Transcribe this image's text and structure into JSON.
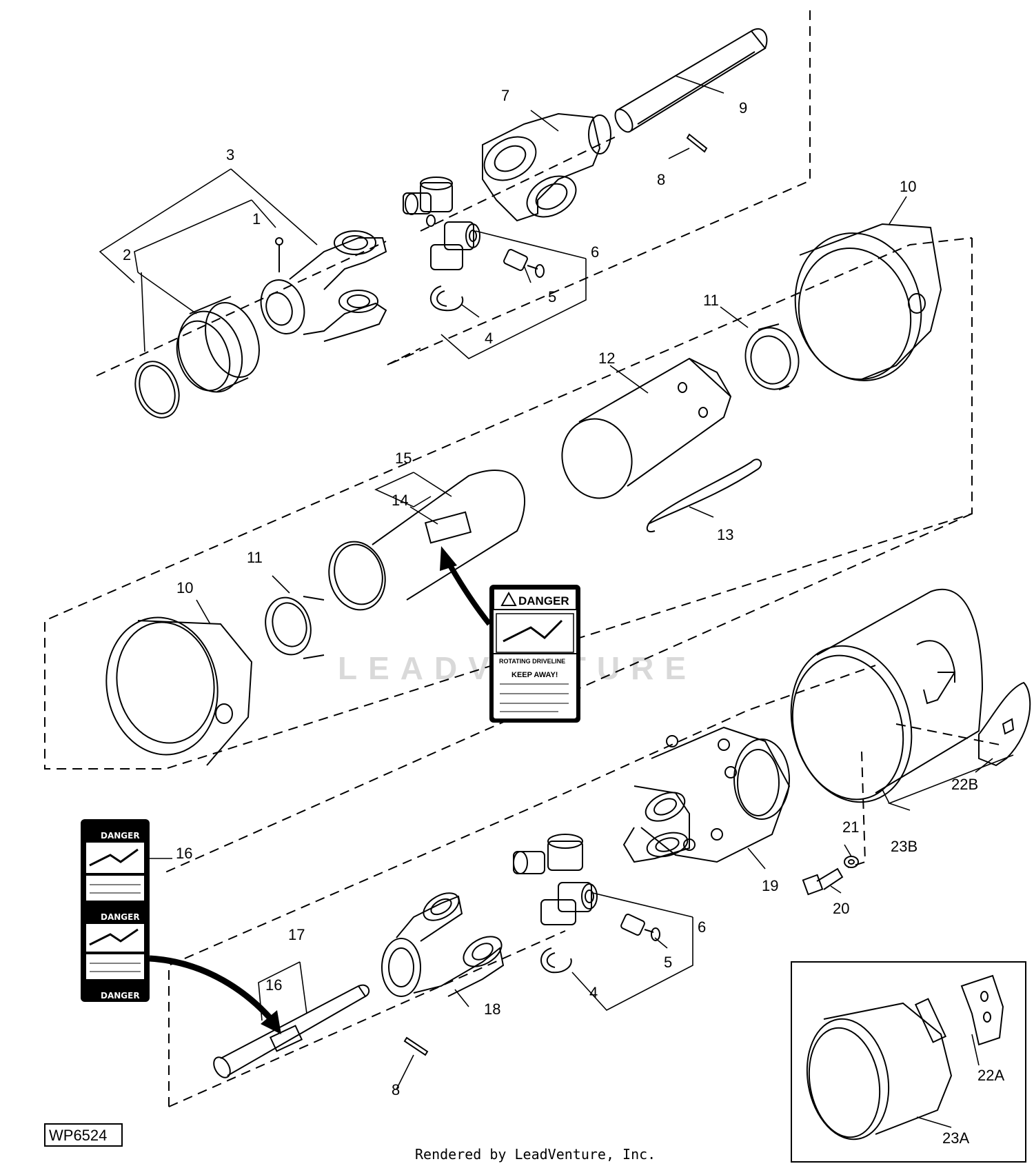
{
  "drawing_id": "WP6524",
  "footer": "Rendered by LeadVenture, Inc.",
  "watermark": "LEADVENTURE",
  "callouts": {
    "c1": "1",
    "c2": "2",
    "c3": "3",
    "c4a": "4",
    "c5a": "5",
    "c6a": "6",
    "c7": "7",
    "c8a": "8",
    "c9": "9",
    "c10a": "10",
    "c11a": "11",
    "c12": "12",
    "c13": "13",
    "c14": "14",
    "c15": "15",
    "c11b": "11",
    "c10b": "10",
    "c16a": "16",
    "c16b": "16",
    "c17": "17",
    "c18": "18",
    "c8b": "8",
    "c4b": "4",
    "c5b": "5",
    "c6b": "6",
    "c19": "19",
    "c20": "20",
    "c21": "21",
    "c22a": "22A",
    "c22b": "22B",
    "c23a": "23A",
    "c23b": "23B"
  },
  "danger_decal_center": {
    "heading": "DANGER",
    "line1": "ROTATING DRIVELINE",
    "line2": "KEEP AWAY!"
  },
  "danger_decal_left": {
    "heading1": "DANGER",
    "heading2": "DANGER",
    "heading3": "DANGER"
  }
}
